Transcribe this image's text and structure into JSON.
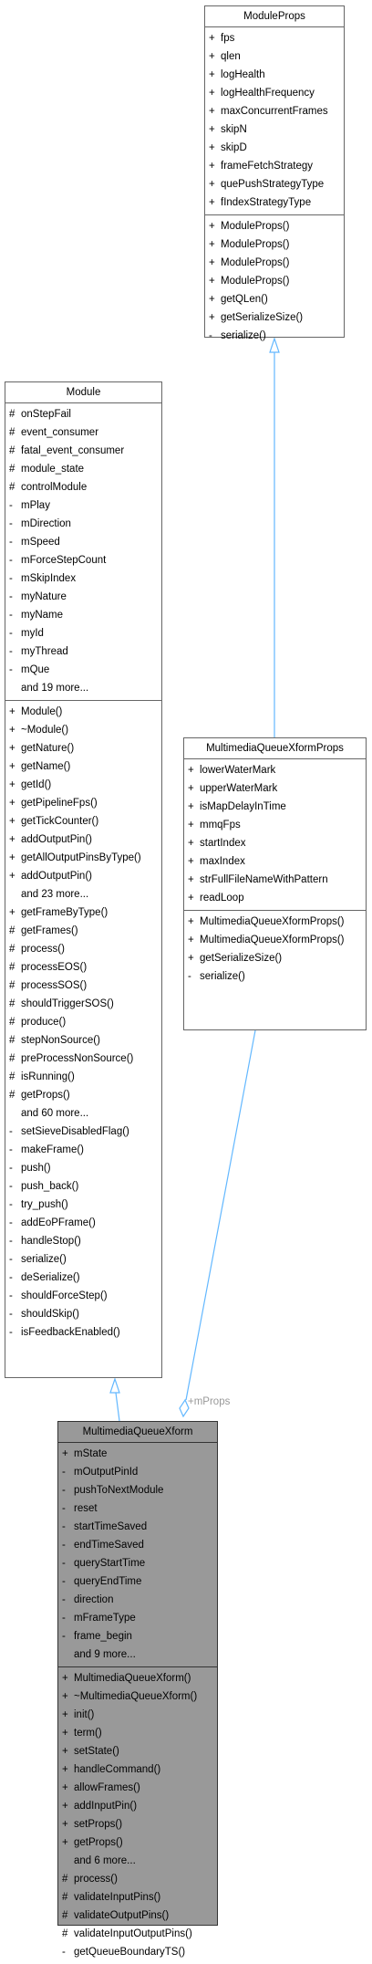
{
  "colors": {
    "edge": "#63b8ff",
    "box_border": "#666666",
    "highlight_fill": "#999999",
    "label": "#999999"
  },
  "edge_label": "+mProps",
  "module_props": {
    "title": "ModuleProps",
    "attributes": [
      {
        "vis": "+",
        "name": "fps"
      },
      {
        "vis": "+",
        "name": "qlen"
      },
      {
        "vis": "+",
        "name": "logHealth"
      },
      {
        "vis": "+",
        "name": "logHealthFrequency"
      },
      {
        "vis": "+",
        "name": "maxConcurrentFrames"
      },
      {
        "vis": "+",
        "name": "skipN"
      },
      {
        "vis": "+",
        "name": "skipD"
      },
      {
        "vis": "+",
        "name": "frameFetchStrategy"
      },
      {
        "vis": "+",
        "name": "quePushStrategyType"
      },
      {
        "vis": "+",
        "name": "fIndexStrategyType"
      }
    ],
    "operations": [
      {
        "vis": "+",
        "name": "ModuleProps()"
      },
      {
        "vis": "+",
        "name": "ModuleProps()"
      },
      {
        "vis": "+",
        "name": "ModuleProps()"
      },
      {
        "vis": "+",
        "name": "ModuleProps()"
      },
      {
        "vis": "+",
        "name": "getQLen()"
      },
      {
        "vis": "+",
        "name": "getSerializeSize()"
      },
      {
        "vis": "-",
        "name": "serialize()"
      }
    ]
  },
  "module": {
    "title": "Module",
    "attributes": [
      {
        "vis": "#",
        "name": "onStepFail"
      },
      {
        "vis": "#",
        "name": "event_consumer"
      },
      {
        "vis": "#",
        "name": "fatal_event_consumer"
      },
      {
        "vis": "#",
        "name": "module_state"
      },
      {
        "vis": "#",
        "name": "controlModule"
      },
      {
        "vis": "-",
        "name": "mPlay"
      },
      {
        "vis": "-",
        "name": "mDirection"
      },
      {
        "vis": "-",
        "name": "mSpeed"
      },
      {
        "vis": "-",
        "name": "mForceStepCount"
      },
      {
        "vis": "-",
        "name": "mSkipIndex"
      },
      {
        "vis": "-",
        "name": "myNature"
      },
      {
        "vis": "-",
        "name": "myName"
      },
      {
        "vis": "-",
        "name": "myId"
      },
      {
        "vis": "-",
        "name": "myThread"
      },
      {
        "vis": "-",
        "name": "mQue"
      },
      {
        "vis": "",
        "name": "and 19 more..."
      }
    ],
    "operations": [
      {
        "vis": "+",
        "name": "Module()"
      },
      {
        "vis": "+",
        "name": "~Module()"
      },
      {
        "vis": "+",
        "name": "getNature()"
      },
      {
        "vis": "+",
        "name": "getName()"
      },
      {
        "vis": "+",
        "name": "getId()"
      },
      {
        "vis": "+",
        "name": "getPipelineFps()"
      },
      {
        "vis": "+",
        "name": "getTickCounter()"
      },
      {
        "vis": "+",
        "name": "addOutputPin()"
      },
      {
        "vis": "+",
        "name": "getAllOutputPinsByType()"
      },
      {
        "vis": "+",
        "name": "addOutputPin()"
      },
      {
        "vis": "",
        "name": "and 23 more..."
      },
      {
        "vis": "+",
        "name": "getFrameByType()"
      },
      {
        "vis": "#",
        "name": "getFrames()"
      },
      {
        "vis": "#",
        "name": "process()"
      },
      {
        "vis": "#",
        "name": "processEOS()"
      },
      {
        "vis": "#",
        "name": "processSOS()"
      },
      {
        "vis": "#",
        "name": "shouldTriggerSOS()"
      },
      {
        "vis": "#",
        "name": "produce()"
      },
      {
        "vis": "#",
        "name": "stepNonSource()"
      },
      {
        "vis": "#",
        "name": "preProcessNonSource()"
      },
      {
        "vis": "#",
        "name": "isRunning()"
      },
      {
        "vis": "#",
        "name": "getProps()"
      },
      {
        "vis": "",
        "name": "and 60 more..."
      },
      {
        "vis": "-",
        "name": "setSieveDisabledFlag()"
      },
      {
        "vis": "-",
        "name": "makeFrame()"
      },
      {
        "vis": "-",
        "name": "push()"
      },
      {
        "vis": "-",
        "name": "push_back()"
      },
      {
        "vis": "-",
        "name": "try_push()"
      },
      {
        "vis": "-",
        "name": "addEoPFrame()"
      },
      {
        "vis": "-",
        "name": "handleStop()"
      },
      {
        "vis": "-",
        "name": "serialize()"
      },
      {
        "vis": "-",
        "name": "deSerialize()"
      },
      {
        "vis": "-",
        "name": "shouldForceStep()"
      },
      {
        "vis": "-",
        "name": "shouldSkip()"
      },
      {
        "vis": "-",
        "name": "isFeedbackEnabled()"
      }
    ]
  },
  "mqx_props": {
    "title": "MultimediaQueueXformProps",
    "attributes": [
      {
        "vis": "+",
        "name": "lowerWaterMark"
      },
      {
        "vis": "+",
        "name": "upperWaterMark"
      },
      {
        "vis": "+",
        "name": "isMapDelayInTime"
      },
      {
        "vis": "+",
        "name": "mmqFps"
      },
      {
        "vis": "+",
        "name": "startIndex"
      },
      {
        "vis": "+",
        "name": "maxIndex"
      },
      {
        "vis": "+",
        "name": "strFullFileNameWithPattern"
      },
      {
        "vis": "+",
        "name": "readLoop"
      }
    ],
    "operations": [
      {
        "vis": "+",
        "name": "MultimediaQueueXformProps()"
      },
      {
        "vis": "+",
        "name": "MultimediaQueueXformProps()"
      },
      {
        "vis": "+",
        "name": "getSerializeSize()"
      },
      {
        "vis": "-",
        "name": "serialize()"
      }
    ]
  },
  "mqx": {
    "title": "MultimediaQueueXform",
    "attributes": [
      {
        "vis": "+",
        "name": "mState"
      },
      {
        "vis": "-",
        "name": "mOutputPinId"
      },
      {
        "vis": "-",
        "name": "pushToNextModule"
      },
      {
        "vis": "-",
        "name": "reset"
      },
      {
        "vis": "-",
        "name": "startTimeSaved"
      },
      {
        "vis": "-",
        "name": "endTimeSaved"
      },
      {
        "vis": "-",
        "name": "queryStartTime"
      },
      {
        "vis": "-",
        "name": "queryEndTime"
      },
      {
        "vis": "-",
        "name": "direction"
      },
      {
        "vis": "-",
        "name": "mFrameType"
      },
      {
        "vis": "-",
        "name": "frame_begin"
      },
      {
        "vis": "",
        "name": "and 9 more..."
      }
    ],
    "operations": [
      {
        "vis": "+",
        "name": "MultimediaQueueXform()"
      },
      {
        "vis": "+",
        "name": "~MultimediaQueueXform()"
      },
      {
        "vis": "+",
        "name": "init()"
      },
      {
        "vis": "+",
        "name": "term()"
      },
      {
        "vis": "+",
        "name": "setState()"
      },
      {
        "vis": "+",
        "name": "handleCommand()"
      },
      {
        "vis": "+",
        "name": "allowFrames()"
      },
      {
        "vis": "+",
        "name": "addInputPin()"
      },
      {
        "vis": "+",
        "name": "setProps()"
      },
      {
        "vis": "+",
        "name": "getProps()"
      },
      {
        "vis": "",
        "name": "and 6 more..."
      },
      {
        "vis": "#",
        "name": "process()"
      },
      {
        "vis": "#",
        "name": "validateInputPins()"
      },
      {
        "vis": "#",
        "name": "validateOutputPins()"
      },
      {
        "vis": "#",
        "name": "validateInputOutputPins()"
      },
      {
        "vis": "-",
        "name": "getQueueBoundaryTS()"
      }
    ]
  }
}
